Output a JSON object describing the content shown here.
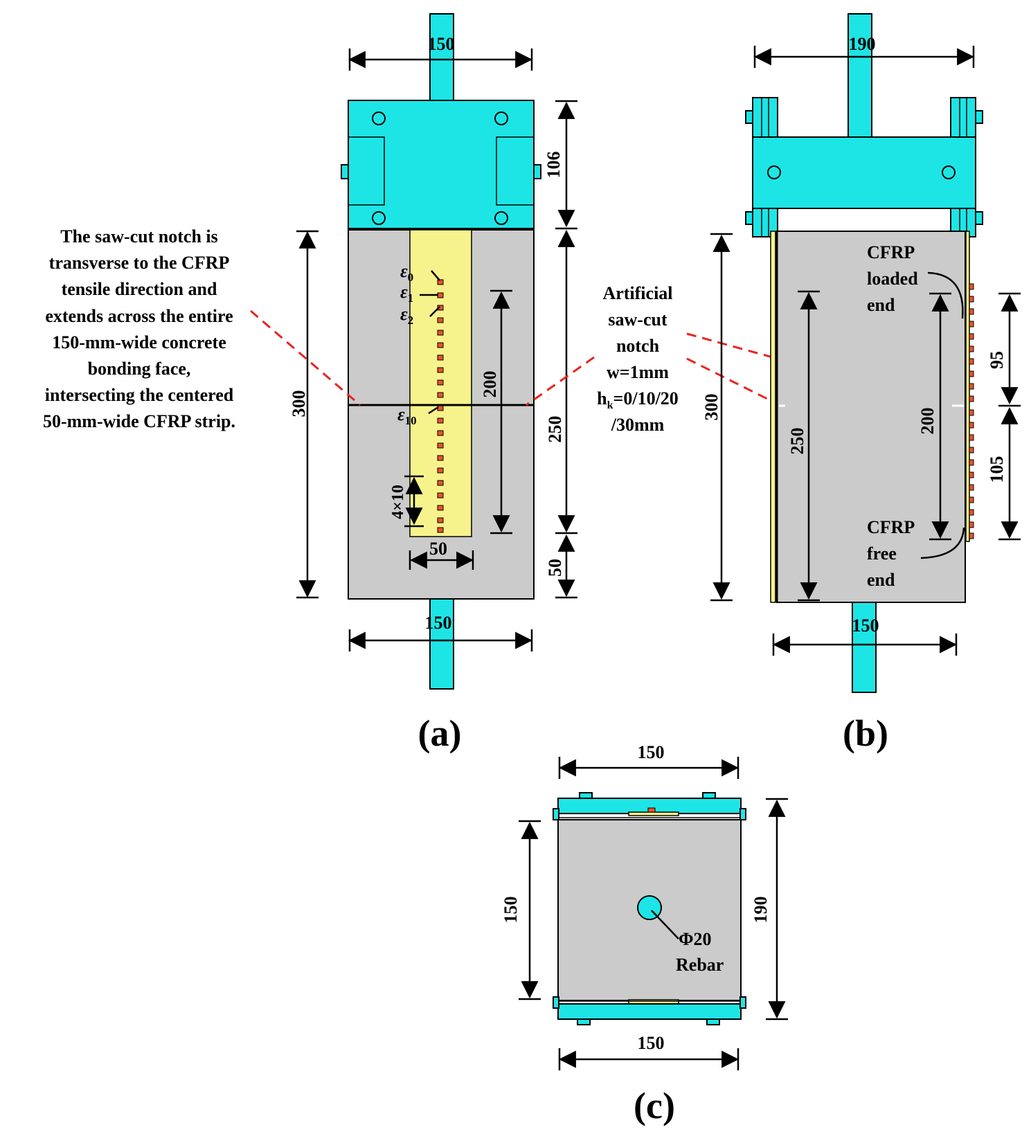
{
  "colors": {
    "steel": "#1de5e5",
    "concrete": "#cbcbcb",
    "cfrp": "#f7f38c",
    "strain_gauge": "#e8542a",
    "notch_leader": "#e8241f"
  },
  "panel_a": {
    "caption": "(a)",
    "dims": {
      "top_width": "150",
      "bottom_width": "150",
      "plate_height": "106",
      "bond_length": "250",
      "unbonded_length": "50",
      "specimen_height": "300",
      "strip_bond": "200",
      "strip_width": "50",
      "gauge_spacing": "4×10"
    },
    "gauges": {
      "e0": "ε",
      "e0_sub": "0",
      "e1": "ε",
      "e1_sub": "1",
      "e2": "ε",
      "e2_sub": "2",
      "e10": "ε",
      "e10_sub": "10"
    }
  },
  "notch_note": [
    "The saw-cut notch is",
    "transverse to the CFRP",
    "tensile direction and",
    "extends across the entire",
    "150-mm-wide concrete",
    "bonding face,",
    "intersecting the centered",
    "50-mm-wide CFRP strip."
  ],
  "notch_label": {
    "line1": "Artificial",
    "line2": "saw-cut",
    "line3": "notch",
    "line4": "w=1mm",
    "line5_pre": "h",
    "line5_sub": "k",
    "line5_post": "=0/10/20",
    "line6": "/30mm"
  },
  "panel_b": {
    "caption": "(b)",
    "dims": {
      "top_width": "190",
      "bottom_width": "150",
      "specimen_height": "300",
      "inner_height": "250",
      "strip_bond": "200",
      "upper_segment": "95",
      "lower_segment": "105"
    },
    "loaded_end": [
      "CFRP",
      "loaded",
      "end"
    ],
    "free_end": [
      "CFRP",
      "free",
      "end"
    ]
  },
  "panel_c": {
    "caption": "(c)",
    "dims": {
      "top_width": "150",
      "bottom_width": "150",
      "side_height": "150",
      "overall_height": "190"
    },
    "rebar_diameter": "Φ20",
    "rebar_label": "Rebar"
  }
}
